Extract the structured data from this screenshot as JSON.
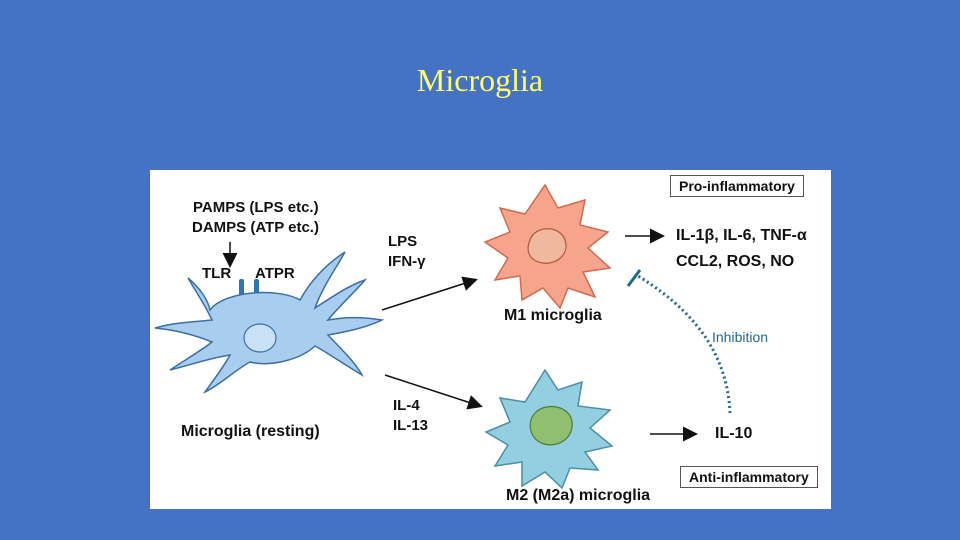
{
  "slide": {
    "title": "Microglia"
  },
  "figure": {
    "triggers": [
      "PAMPS (LPS etc.)",
      "DAMPS (ATP etc.)"
    ],
    "receptors": {
      "tlr": "TLR",
      "atpr": "ATPR"
    },
    "resting_label": "Microglia (resting)",
    "m1_stimuli": [
      "LPS",
      "IFN-γ"
    ],
    "m2_stimuli": [
      "IL-4",
      "IL-13"
    ],
    "m1_label": "M1 microglia",
    "m2_label": "M2 (M2a) microglia",
    "pro_box": "Pro-inflammatory",
    "anti_box": "Anti-inflammatory",
    "m1_outputs": [
      "IL-1β, IL-6, TNF-α",
      "CCL2, ROS, NO"
    ],
    "m2_output": "IL-10",
    "inhibition_label": "Inhibition",
    "colors": {
      "background": "#4472c4",
      "title": "#ffff66",
      "resting_cell": "#a9cdee",
      "m1_cell": "#f7a48c",
      "m2_cell": "#93cfe0",
      "m2_nucleus": "#8fbf6f",
      "inhibition": "#1f6a8a"
    }
  }
}
